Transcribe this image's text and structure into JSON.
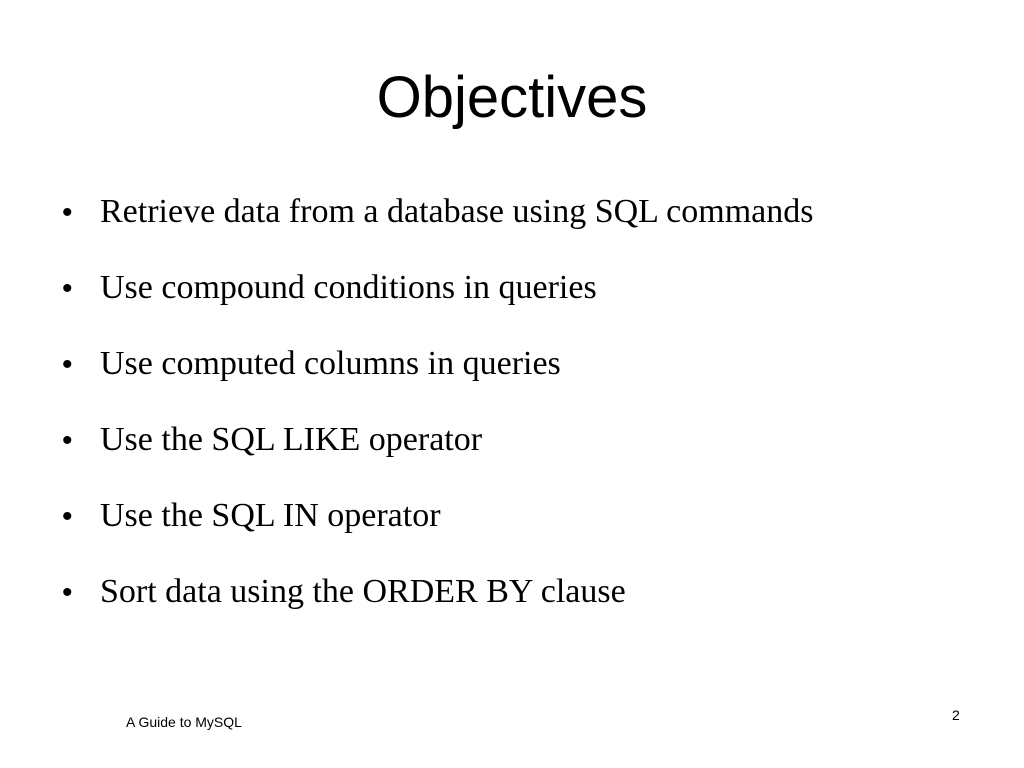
{
  "slide": {
    "title": "Objectives",
    "bullet_symbol": "•",
    "bullets": [
      "Retrieve data from a database using SQL commands",
      "Use compound conditions in queries",
      "Use computed columns in queries",
      "Use the SQL LIKE operator",
      "Use the SQL IN operator",
      "Sort data using the ORDER BY clause"
    ],
    "footer": "A Guide to MySQL",
    "page_number": "2"
  }
}
